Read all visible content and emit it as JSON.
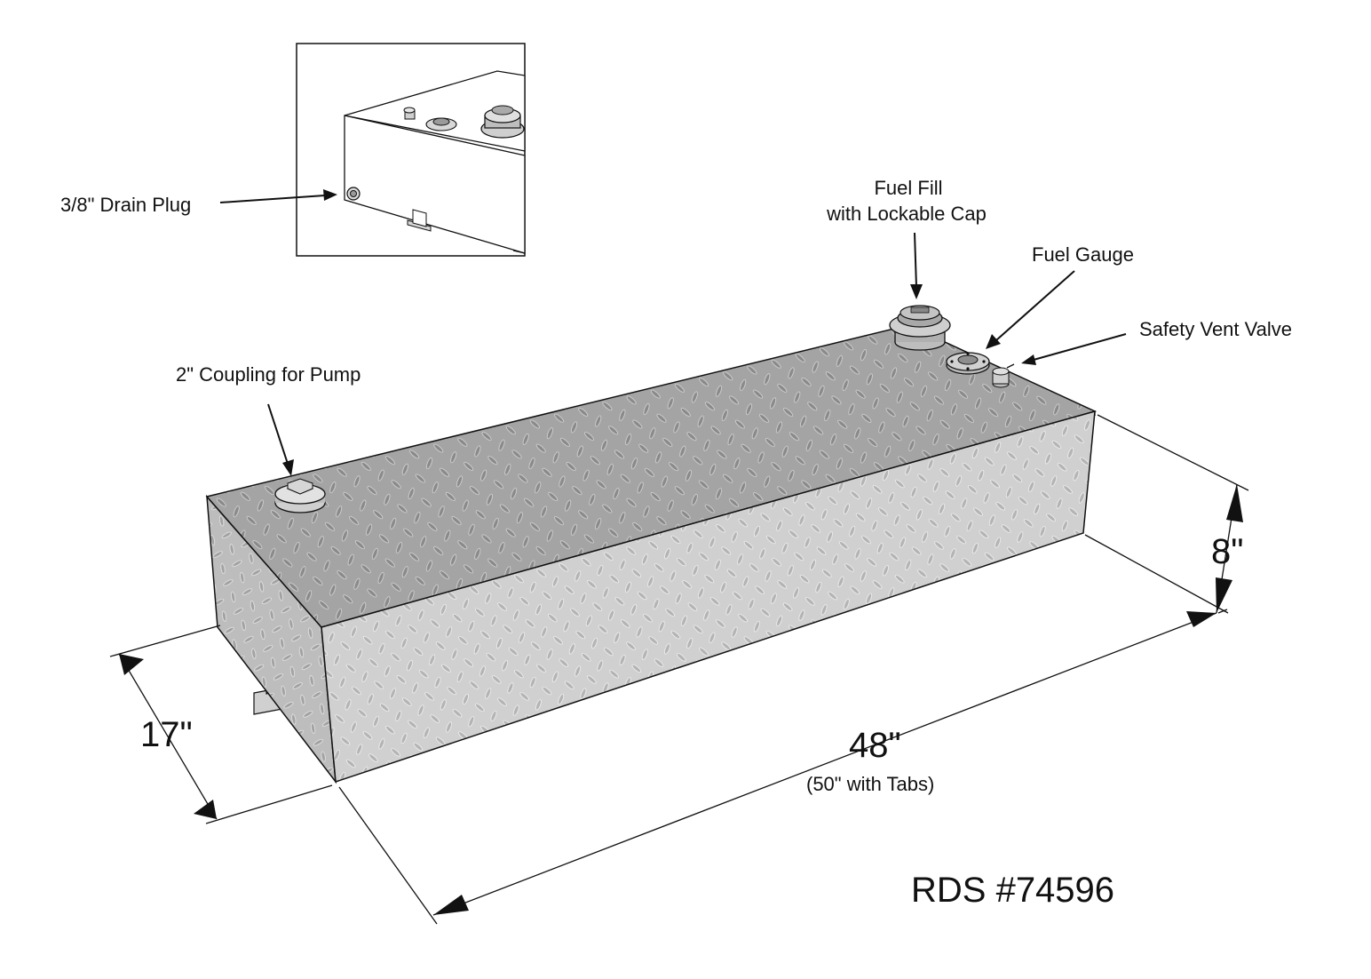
{
  "callouts": {
    "drain_plug": "3/8\" Drain Plug",
    "fuel_fill_line1": "Fuel Fill",
    "fuel_fill_line2": "with Lockable Cap",
    "fuel_gauge": "Fuel Gauge",
    "safety_vent": "Safety Vent Valve",
    "coupling": "2\" Coupling for Pump"
  },
  "dimensions": {
    "height": "8\"",
    "width": "17\"",
    "length": "48\"",
    "length_note": "(50\" with Tabs)"
  },
  "model_number": "RDS #74596",
  "colors": {
    "tank_top": "#a9a9a9",
    "tank_front": "#cfcfcf",
    "tank_side": "#bdbdbd",
    "ink": "#111111"
  }
}
